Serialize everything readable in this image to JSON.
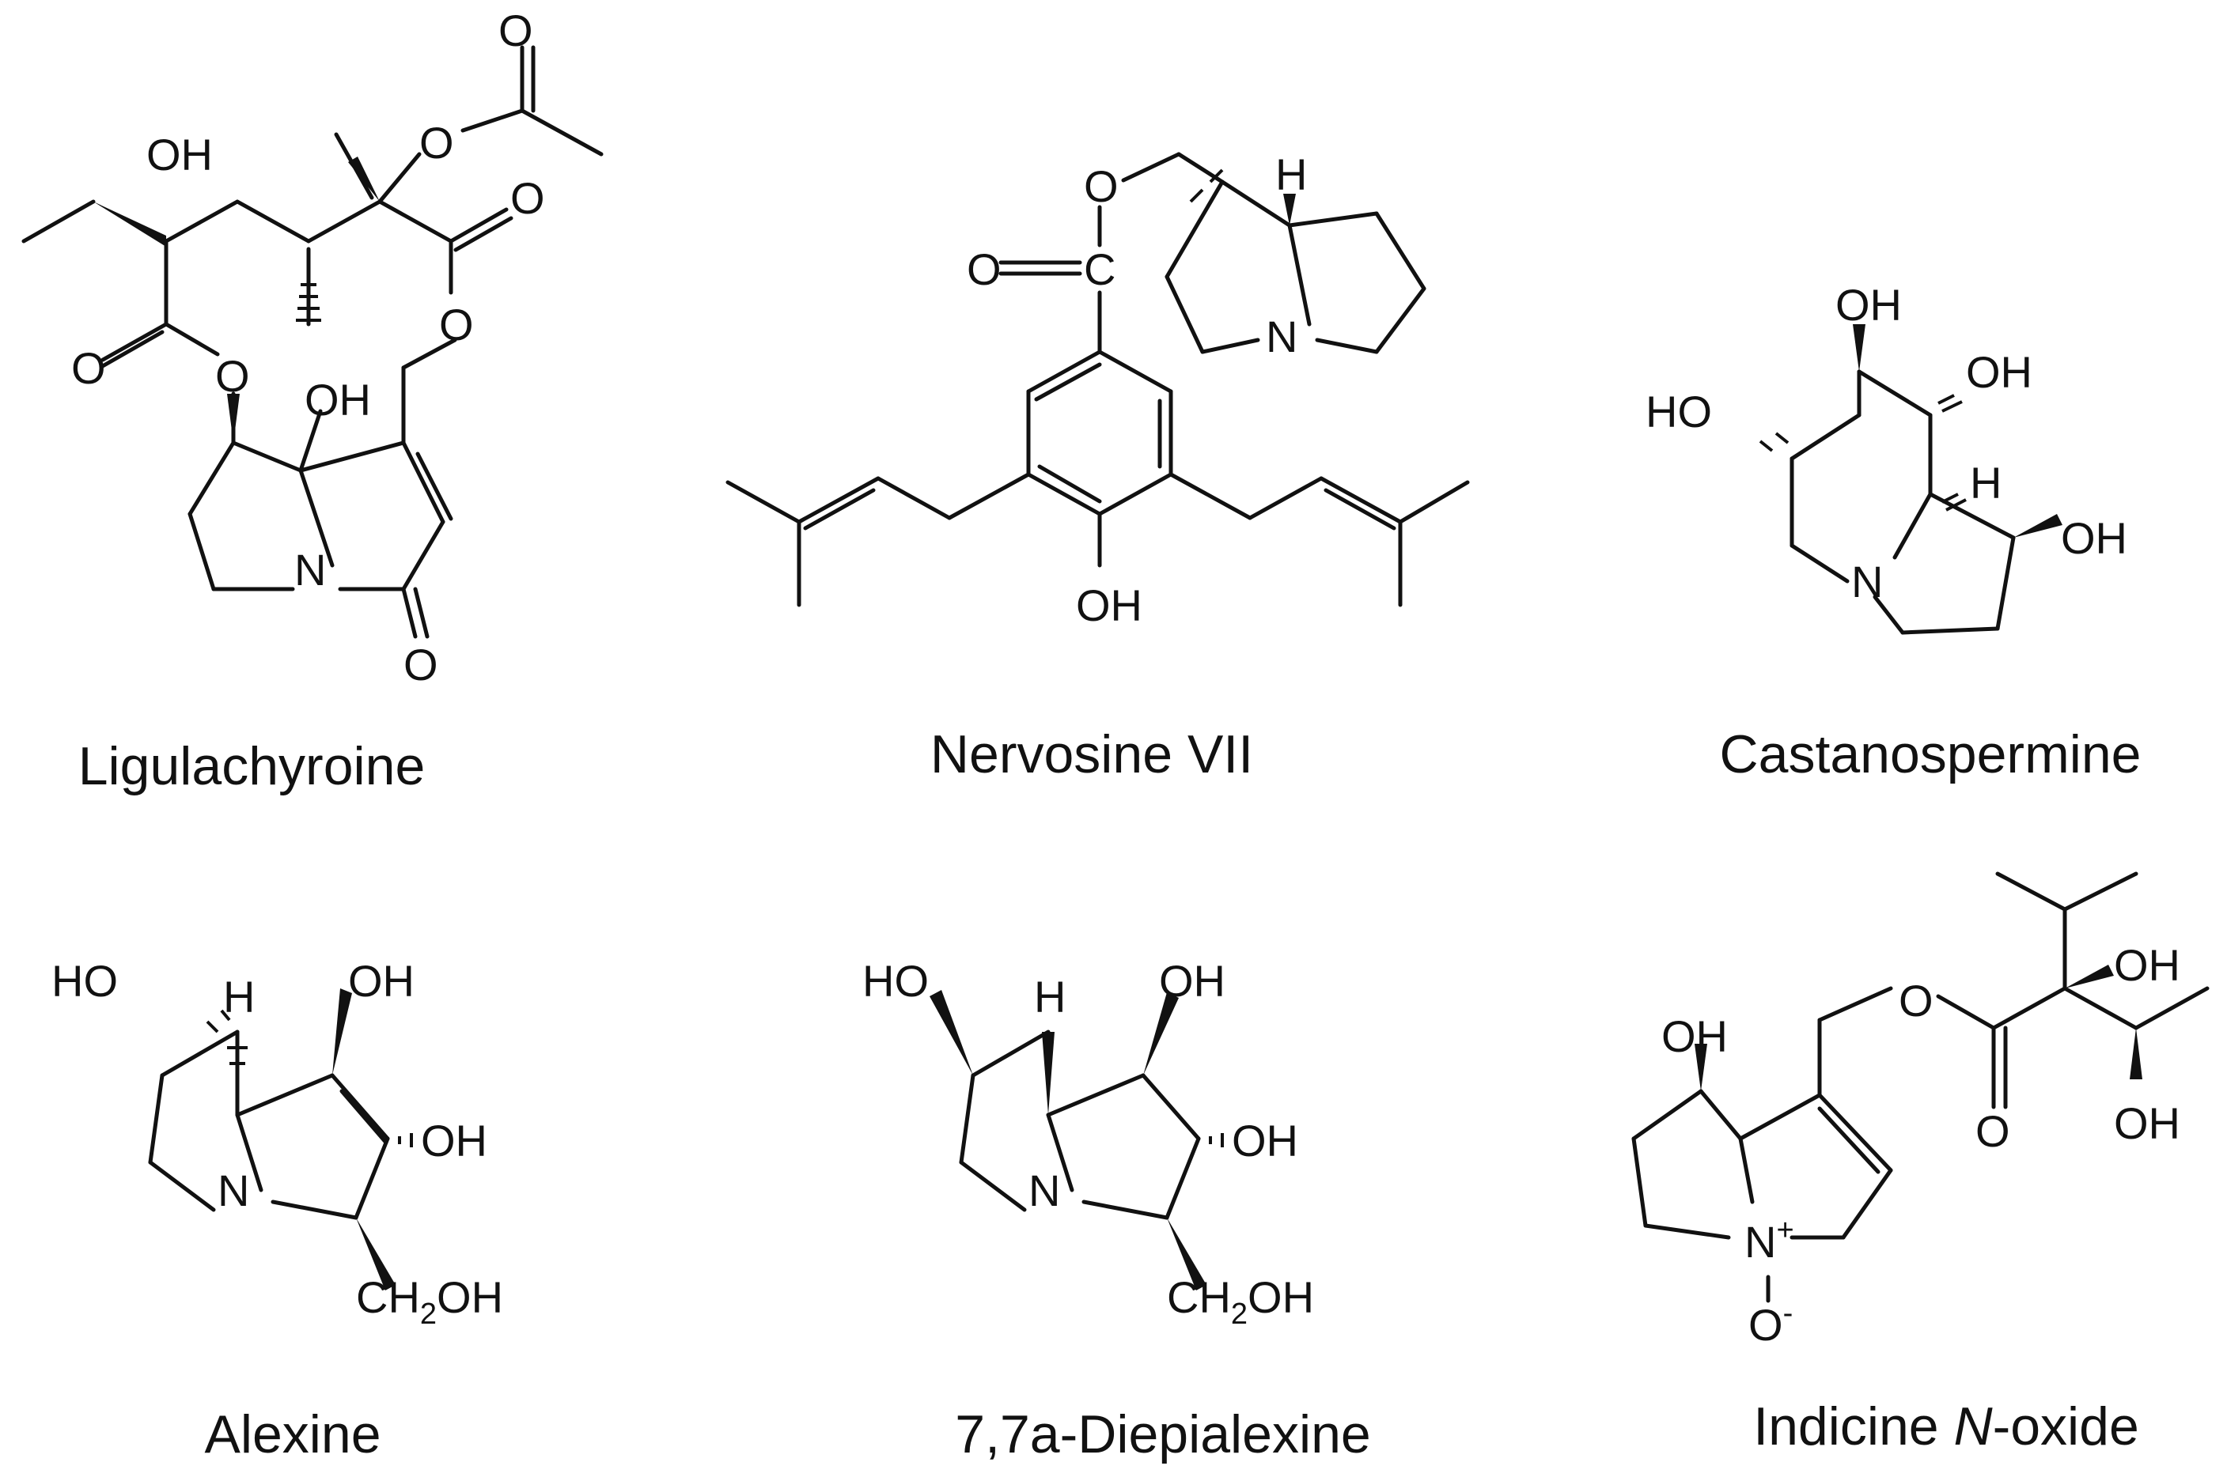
{
  "compounds": [
    {
      "name": "Ligulachyroine"
    },
    {
      "name": "Nervosine VII"
    },
    {
      "name": "Castanospermine"
    },
    {
      "name": "Alexine"
    },
    {
      "name": "7,7a-Diepialexine"
    },
    {
      "name_main": "Indicine ",
      "name_italic": "N",
      "name_tail": "-oxide"
    }
  ],
  "atom_labels": {
    "oh": "OH",
    "ho": "HO",
    "o": "O",
    "n": "N",
    "h": "H",
    "c": "C",
    "ch": "CH",
    "two": "2",
    "plus": "+",
    "minus": "-"
  }
}
